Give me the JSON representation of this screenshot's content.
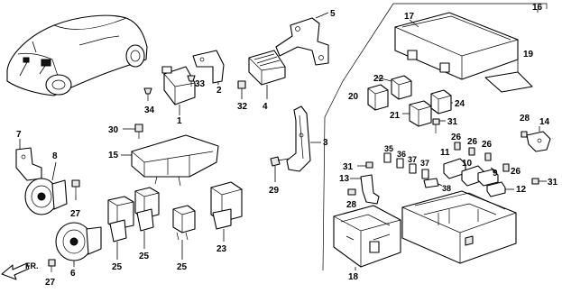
{
  "callouts": {
    "c1": "1",
    "c2": "2",
    "c3": "3",
    "c4": "4",
    "c5": "5",
    "c6": "6",
    "c7": "7",
    "c8": "8",
    "c9": "9",
    "c10": "10",
    "c11": "11",
    "c12": "12",
    "c13": "13",
    "c14": "14",
    "c15": "15",
    "c16": "16",
    "c17": "17",
    "c18": "18",
    "c19": "19",
    "c20": "20",
    "c21": "21",
    "c22": "22",
    "c23": "23",
    "c24": "24",
    "c25a": "25",
    "c25b": "25",
    "c25c": "25",
    "c26a": "26",
    "c26b": "26",
    "c26c": "26",
    "c26d": "26",
    "c27a": "27",
    "c27b": "27",
    "c28a": "28",
    "c28b": "28",
    "c29": "29",
    "c30": "30",
    "c31a": "31",
    "c31b": "31",
    "c31c": "31",
    "c32": "32",
    "c33": "33",
    "c34": "34",
    "c35": "35",
    "c36": "36",
    "c37a": "37",
    "c37b": "37",
    "c38": "38"
  },
  "front_arrow_label": "FR."
}
